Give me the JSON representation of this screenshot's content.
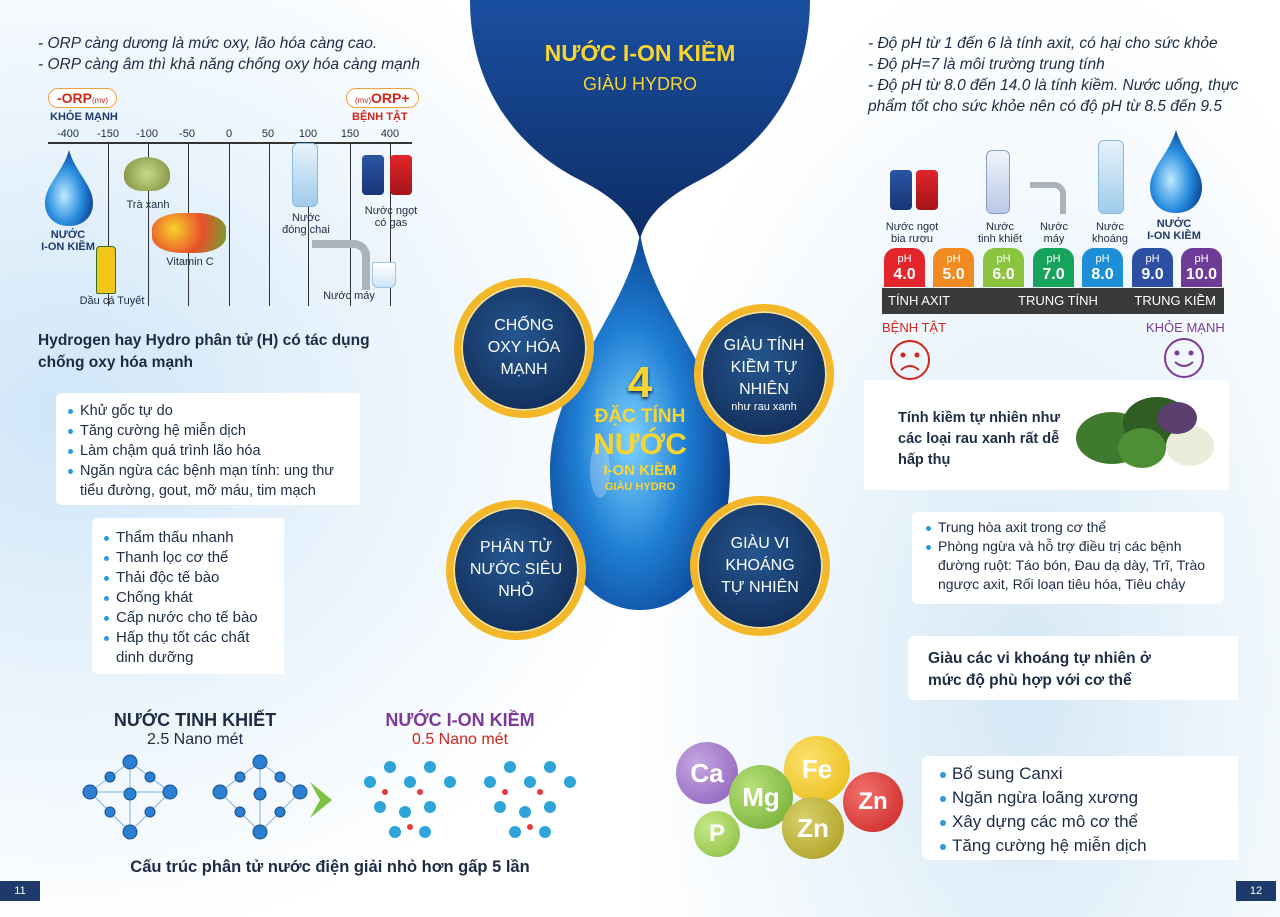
{
  "left": {
    "notes": [
      "- ORP càng dương là mức oxy, lão hóa càng cao.",
      "- ORP càng âm thì khả năng chống oxy hóa càng mạnh"
    ],
    "orp_scale": {
      "left_tag": "-ORP",
      "left_unit": "(mv)",
      "left_label": "KHỎE MẠNH",
      "right_unit": "(mv)",
      "right_tag": "ORP+",
      "right_label": "BỆNH TẬT",
      "ticks": [
        "-400",
        "-150",
        "-100",
        "-50",
        "0",
        "50",
        "100",
        "150",
        "400"
      ],
      "items": {
        "water": "NƯỚC\nI-ON KIỀM",
        "fishoil": "Dầu cá Tuyết",
        "tea": "Trà xanh",
        "vitc": "Vitamin C",
        "bottle": "Nước\nđóng chai",
        "soda": "Nước ngọt\ncó gas",
        "tap": "Nước máy"
      }
    },
    "hydrogen_heading": "Hydrogen hay Hydro phân tử (H) có tác dụng chống oxy hóa mạnh",
    "hydrogen_bullets": [
      "Khử gốc tự do",
      "Tăng cường hệ miễn dịch",
      "Làm chậm quá trình lão hóa",
      "Ngăn ngừa các bệnh mạn tính: ung thư tiểu đường, gout, mỡ máu, tim mạch"
    ],
    "molecule_bullets": [
      "Thẩm thấu nhanh",
      "Thanh lọc cơ thể",
      "Thải độc tế bào",
      "Chống khát",
      "Cấp nước cho tế bào",
      "Hấp thụ tốt các chất dinh dưỡng"
    ],
    "compare": {
      "pure_title": "NƯỚC TINH KHIẾT",
      "pure_size": "2.5 Nano mét",
      "ion_title": "NƯỚC I-ON KIỀM",
      "ion_size": "0.5 Nano mét",
      "caption": "Cấu trúc phân tử nước điện giải nhỏ hơn gấp 5 lần"
    },
    "page_number": "11"
  },
  "center": {
    "title": "NƯỚC I-ON KIỀM",
    "subtitle": "GIÀU HYDRO",
    "drop_number": "4",
    "drop_line1": "ĐẶC TÍNH",
    "drop_line2": "NƯỚC",
    "drop_line3": "I-ON KIỀM",
    "drop_line4": "GIÀU HYDRO",
    "features": {
      "f1": "CHỐNG OXY HÓA MẠNH",
      "f2_main": "GIÀU TÍNH KIỀM TỰ NHIÊN",
      "f2_small": "như rau xanh",
      "f3": "PHÂN TỬ NƯỚC SIÊU NHỎ",
      "f4": "GIÀU VI KHOÁNG TỰ NHIÊN"
    }
  },
  "right": {
    "notes": [
      "- Độ pH từ 1 đến 6 là tính axit, có hại cho sức khỏe",
      "- Độ pH=7 là môi trường trung tính",
      "- Độ pH từ 8.0 đến 14.0 là tính kiềm. Nước uống, thực phẩm tốt cho sức khỏe nên có độ pH từ 8.5 đến 9.5"
    ],
    "ph_items": [
      "Nước ngọt\nbia rượu",
      "Nước\ntinh khiết",
      "Nước\nmáy",
      "Nước\nkhoáng",
      "NƯỚC\nI-ON KIỀM"
    ],
    "ph_scale": {
      "ph_label": "pH",
      "values": [
        "4.0",
        "5.0",
        "6.0",
        "7.0",
        "8.0",
        "9.0",
        "10.0"
      ],
      "colors": [
        "#e2262b",
        "#f18a1f",
        "#8bc53f",
        "#16a35b",
        "#1c8fd6",
        "#2d4fa3",
        "#6e3b96"
      ],
      "acid": "TÍNH AXIT",
      "neutral": "TRUNG TÍNH",
      "alkaline": "TRUNG KIỀM",
      "sick": "BỆNH TẬT",
      "healthy": "KHỎE MẠNH"
    },
    "veg_text": "Tính kiềm tự nhiên như các loại rau xanh rất dễ hấp thụ",
    "digest_bullets": [
      "Trung hòa axit trong cơ thể",
      "Phòng ngừa và hỗ trợ điều trị các bệnh đường ruột: Táo bón, Đau dạ dày, Trĩ, Trào ngược axit, Rối loạn tiêu hóa, Tiêu chảy"
    ],
    "mineral_heading": "Giàu các vi khoáng tự nhiên ở mức độ phù hợp với cơ thể",
    "minerals": [
      "Ca",
      "Fe",
      "Mg",
      "Zn",
      "P",
      "Zn"
    ],
    "mineral_bullets": [
      "Bổ sung Canxi",
      "Ngăn ngừa loãng xương",
      "Xây dựng các mô cơ thể",
      "Tăng cường hệ miễn dịch"
    ],
    "page_number": "12"
  }
}
